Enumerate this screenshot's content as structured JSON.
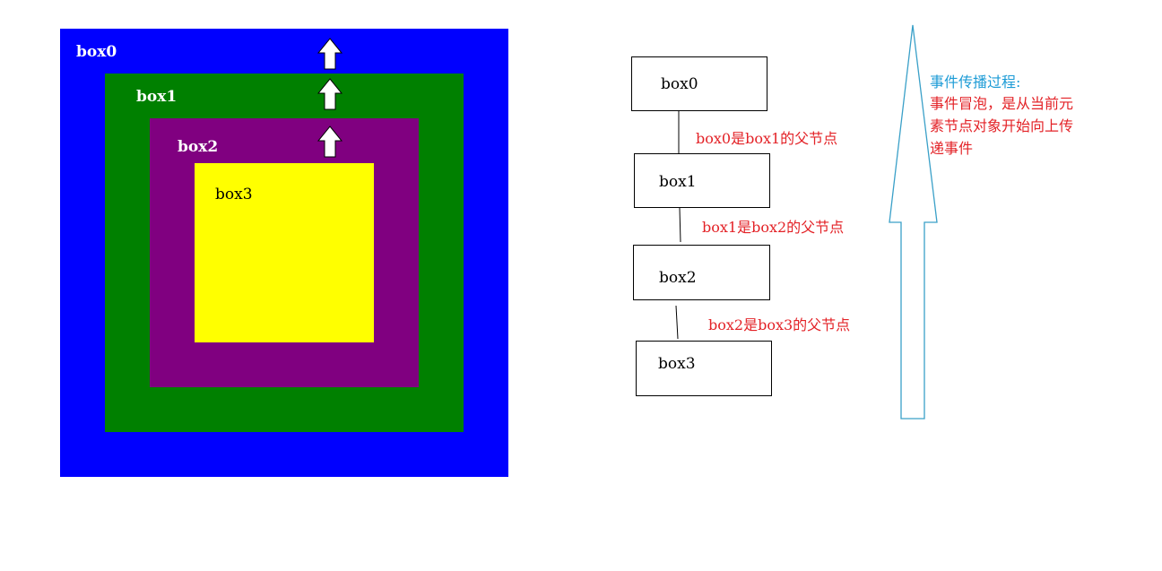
{
  "colors": {
    "box0": "#0000ff",
    "box1": "#008000",
    "box2": "#800080",
    "box3": "#ffff00",
    "relation_text": "#e32227",
    "arrow_outline": "#3aa0c8",
    "heading_text": "#1c9bd6"
  },
  "nested_boxes": [
    {
      "label": "box0",
      "color": "#0000ff"
    },
    {
      "label": "box1",
      "color": "#008000"
    },
    {
      "label": "box2",
      "color": "#800080"
    },
    {
      "label": "box3",
      "color": "#ffff00"
    }
  ],
  "tree": {
    "nodes": [
      "box0",
      "box1",
      "box2",
      "box3"
    ],
    "relations": [
      "box0是box1的父节点",
      "box1是box2的父节点",
      "box2是box3的父节点"
    ]
  },
  "description": {
    "heading": "事件传播过程:",
    "lines": [
      "事件冒泡，是从当前元",
      "素节点对象开始向上传",
      "递事件"
    ]
  }
}
